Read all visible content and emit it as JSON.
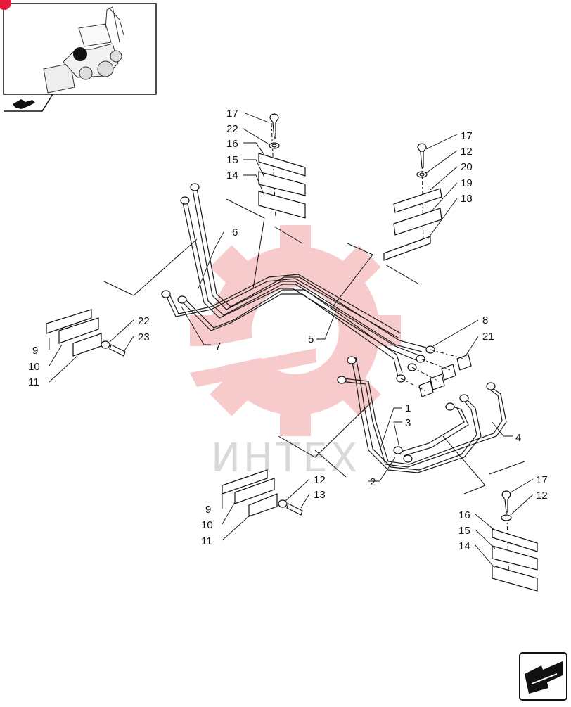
{
  "watermark": {
    "text": "ИНТЕХ",
    "gear_color": "#f7c6c6"
  },
  "badge": {
    "color": "#e8173c"
  },
  "callouts": [
    {
      "n": "17"
    },
    {
      "n": "22"
    },
    {
      "n": "16"
    },
    {
      "n": "15"
    },
    {
      "n": "14"
    },
    {
      "n": "17"
    },
    {
      "n": "12"
    },
    {
      "n": "20"
    },
    {
      "n": "19"
    },
    {
      "n": "18"
    },
    {
      "n": "6"
    },
    {
      "n": "5"
    },
    {
      "n": "7"
    },
    {
      "n": "8"
    },
    {
      "n": "21"
    },
    {
      "n": "9"
    },
    {
      "n": "10"
    },
    {
      "n": "11"
    },
    {
      "n": "22"
    },
    {
      "n": "23"
    },
    {
      "n": "1"
    },
    {
      "n": "3"
    },
    {
      "n": "2"
    },
    {
      "n": "4"
    },
    {
      "n": "9"
    },
    {
      "n": "10"
    },
    {
      "n": "11"
    },
    {
      "n": "12"
    },
    {
      "n": "13"
    },
    {
      "n": "17"
    },
    {
      "n": "12"
    },
    {
      "n": "16"
    },
    {
      "n": "15"
    },
    {
      "n": "14"
    }
  ]
}
